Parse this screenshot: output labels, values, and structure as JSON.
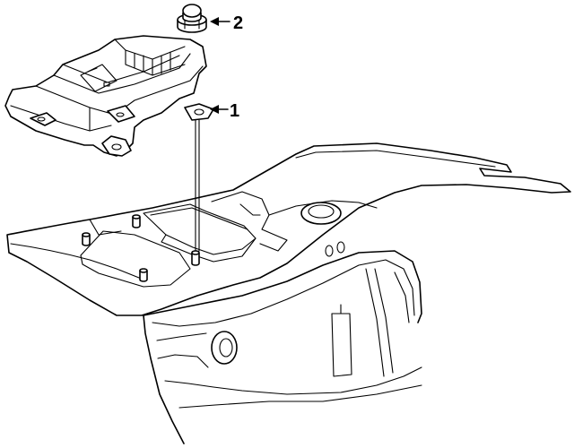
{
  "callouts": [
    {
      "number": "1",
      "part": "module"
    },
    {
      "number": "2",
      "part": "nut"
    }
  ]
}
